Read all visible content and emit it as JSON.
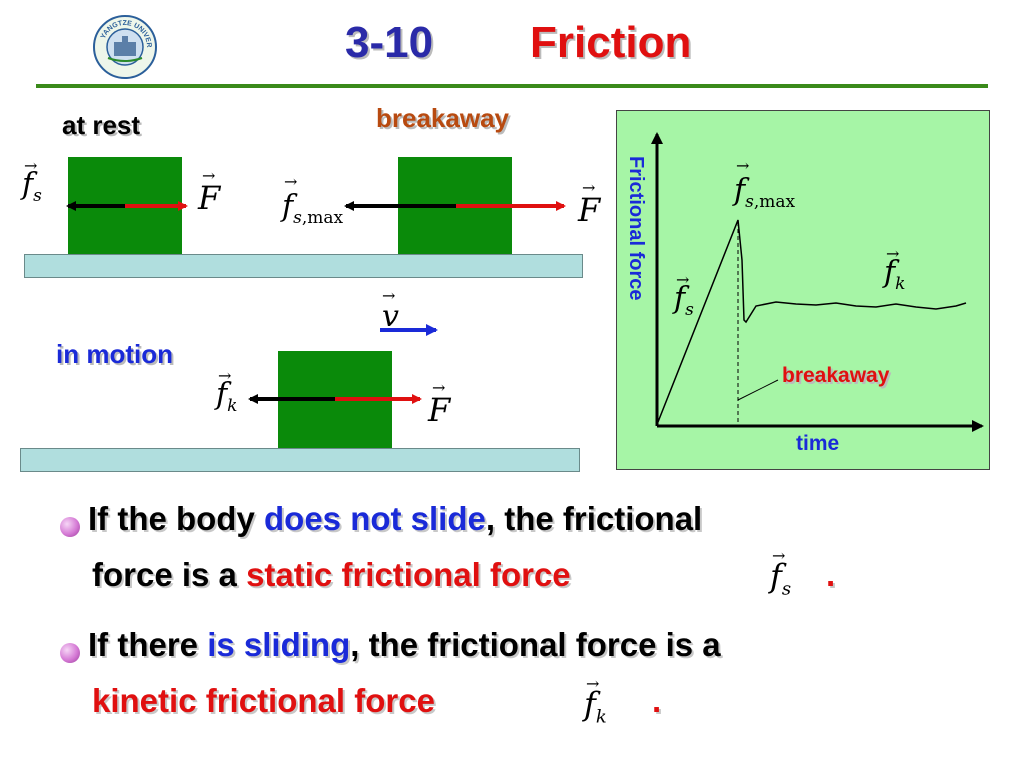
{
  "header": {
    "logo_text": "YANGTZE UNIVERSITY",
    "section_number": "3-10",
    "title": "Friction",
    "colors": {
      "number": "#2a2aa8",
      "title": "#e01010",
      "rule": "#3a8a1a"
    }
  },
  "diagram": {
    "at_rest_label": "at rest",
    "breakaway_label": "breakaway",
    "in_motion_label": "in motion",
    "symbols": {
      "static_friction": "f",
      "static_sub": "s",
      "max_sub": "s",
      "max_suffix": ",max",
      "kinetic_friction": "f",
      "kinetic_sub": "k",
      "applied_force": "F",
      "velocity": "v",
      "vector_arrow": "→"
    },
    "colors": {
      "block": "#0a8a0a",
      "floor": "#b0dede",
      "applied_arrow": "#e01010",
      "friction_arrow": "#000000",
      "velocity_arrow": "#1a2ad8"
    }
  },
  "graph": {
    "y_axis_label": "Frictional force",
    "x_axis_label": "time",
    "breakaway_label": "breakaway",
    "background": "#a6f5a6"
  },
  "bullets": [
    {
      "line1_pre": "If the body ",
      "line1_highlight": "does not slide",
      "line1_post": ", the frictional",
      "line2_pre": "force is a ",
      "line2_highlight": "static frictional force",
      "symbol": "f",
      "symbol_sub": "s",
      "end": "."
    },
    {
      "line1_pre": "If there ",
      "line1_highlight": "is sliding",
      "line1_post": ", the frictional force is a",
      "line2_highlight": "kinetic frictional force",
      "symbol": "f",
      "symbol_sub": "k",
      "end": "."
    }
  ]
}
